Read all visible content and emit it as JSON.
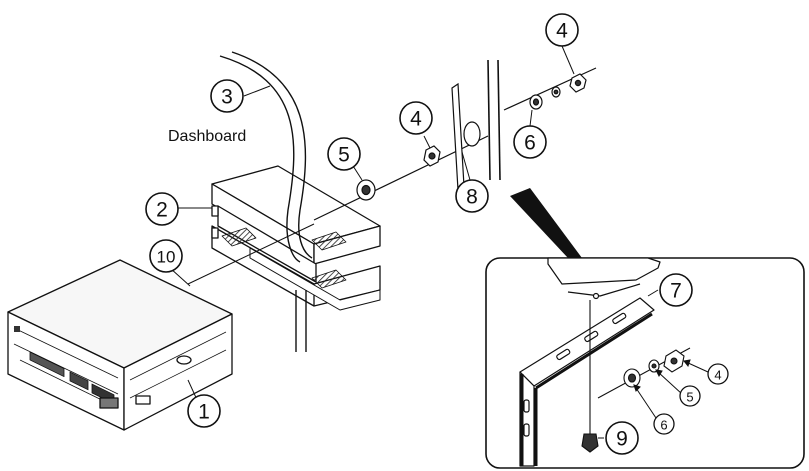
{
  "labels": {
    "dashboard": "Dashboard"
  },
  "callouts": [
    {
      "id": "c1",
      "text": "1"
    },
    {
      "id": "c2",
      "text": "2"
    },
    {
      "id": "c3",
      "text": "3"
    },
    {
      "id": "c4a",
      "text": "4"
    },
    {
      "id": "c4b",
      "text": "4"
    },
    {
      "id": "c5",
      "text": "5"
    },
    {
      "id": "c6",
      "text": "6"
    },
    {
      "id": "c7",
      "text": "7"
    },
    {
      "id": "c8",
      "text": "8"
    },
    {
      "id": "c9",
      "text": "9"
    },
    {
      "id": "c10",
      "text": "10"
    },
    {
      "id": "c4s",
      "text": "4"
    },
    {
      "id": "c5s",
      "text": "5"
    },
    {
      "id": "c6s",
      "text": "6"
    }
  ],
  "colors": {
    "line": "#111111",
    "background": "#ffffff",
    "shade": "#cfcfcf"
  }
}
